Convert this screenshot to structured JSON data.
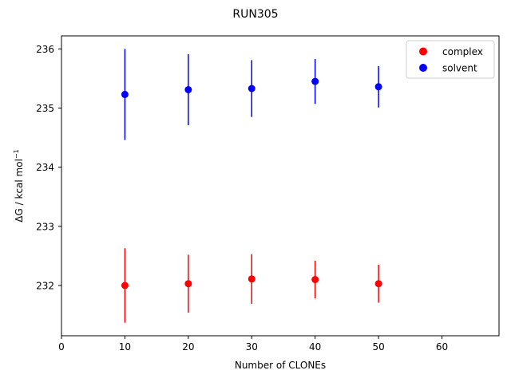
{
  "chart_data": {
    "type": "scatter",
    "title": "RUN305",
    "xlabel": "Number of CLONEs",
    "ylabel": "ΔG / kcal mol",
    "ylabel_superscript": "−1",
    "xlim": [
      0,
      69
    ],
    "ylim": [
      231.15,
      236.22
    ],
    "x_ticks": [
      0,
      10,
      20,
      30,
      40,
      50,
      60
    ],
    "y_ticks": [
      232,
      233,
      234,
      235,
      236
    ],
    "grid": false,
    "legend_position": "top-right",
    "series": [
      {
        "name": "complex",
        "color": "#ff0000",
        "x": [
          10,
          20,
          30,
          40,
          50
        ],
        "y": [
          232.0,
          232.03,
          232.11,
          232.1,
          232.03
        ],
        "yerr": [
          0.63,
          0.49,
          0.42,
          0.32,
          0.32
        ]
      },
      {
        "name": "solvent",
        "color": "#0000ff",
        "x": [
          10,
          20,
          30,
          40,
          50
        ],
        "y": [
          235.23,
          235.31,
          235.33,
          235.45,
          235.36
        ],
        "yerr": [
          0.77,
          0.6,
          0.48,
          0.38,
          0.35
        ]
      }
    ]
  }
}
